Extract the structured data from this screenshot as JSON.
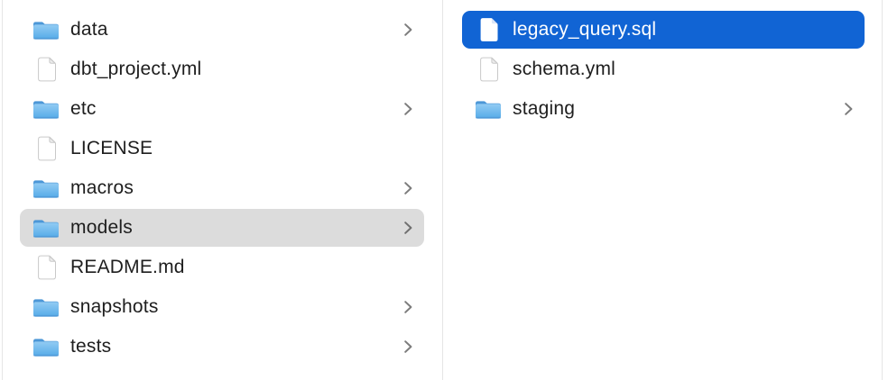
{
  "colors": {
    "selection_blue": "#1164d4",
    "selection_gray": "#dcdcdc",
    "folder_blue_top": "#92cbf3",
    "folder_blue_bottom": "#55abe8",
    "folder_blue_back": "#4c97d7",
    "divider": "#e5e5e5",
    "text": "#1e1e1e",
    "selected_text": "#ffffff",
    "chevron": "#7c7c7c"
  },
  "columns": {
    "left": {
      "items": [
        {
          "label": "data",
          "type": "folder",
          "selected": false,
          "chevron": true
        },
        {
          "label": "dbt_project.yml",
          "type": "file",
          "selected": false,
          "chevron": false
        },
        {
          "label": "etc",
          "type": "folder",
          "selected": false,
          "chevron": true
        },
        {
          "label": "LICENSE",
          "type": "file",
          "selected": false,
          "chevron": false
        },
        {
          "label": "macros",
          "type": "folder",
          "selected": false,
          "chevron": true
        },
        {
          "label": "models",
          "type": "folder",
          "selected": true,
          "chevron": true
        },
        {
          "label": "README.md",
          "type": "file",
          "selected": false,
          "chevron": false
        },
        {
          "label": "snapshots",
          "type": "folder",
          "selected": false,
          "chevron": true
        },
        {
          "label": "tests",
          "type": "folder",
          "selected": false,
          "chevron": true
        }
      ]
    },
    "right": {
      "items": [
        {
          "label": "legacy_query.sql",
          "type": "file",
          "selected": true,
          "chevron": false
        },
        {
          "label": "schema.yml",
          "type": "file",
          "selected": false,
          "chevron": false
        },
        {
          "label": "staging",
          "type": "folder",
          "selected": false,
          "chevron": true
        }
      ]
    }
  }
}
